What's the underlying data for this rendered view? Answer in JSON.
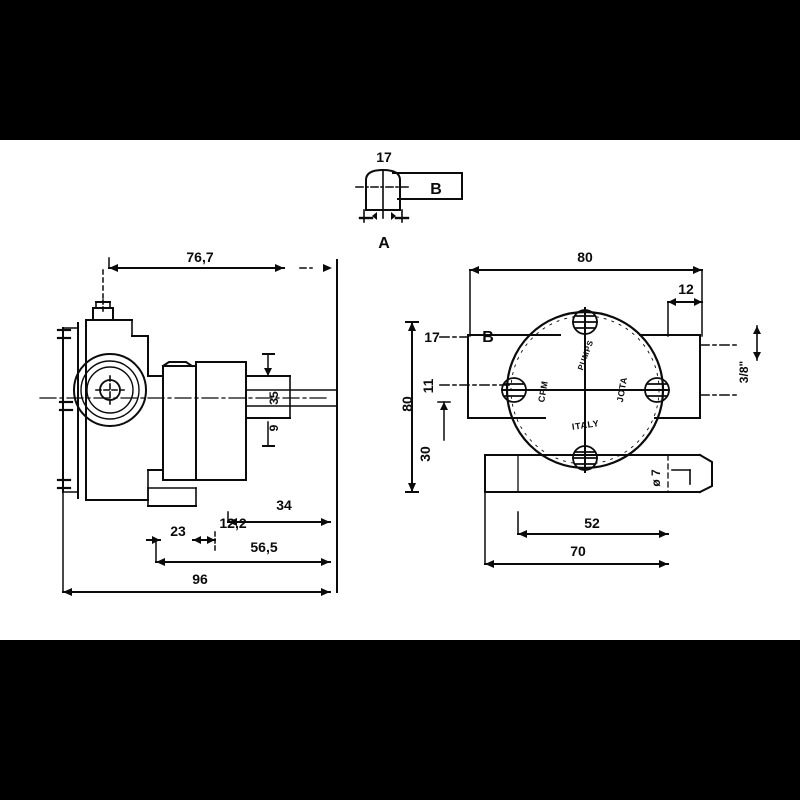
{
  "drawing": {
    "title": "CPM JOTA pump dimensional drawing",
    "background_color": "#ffffff",
    "letterbox_color": "#000000",
    "line_color": "#0b0b0b"
  },
  "detail_view": {
    "top_dimension": "17",
    "section_label_left": "A",
    "section_label_right": "B"
  },
  "side_view": {
    "name": "side-elevation",
    "dimensions": {
      "overall_top": "76,7",
      "shaft_diameter_upper": "35",
      "shaft_diameter_lower": "9",
      "dim_34": "34",
      "dim_23": "23",
      "dim_12_2": "12,2",
      "dim_56_5": "56,5",
      "dim_96": "96"
    }
  },
  "front_view": {
    "name": "front-elevation",
    "dimensions": {
      "width_80": "80",
      "flange_12": "12",
      "port_thread": "3/8\"",
      "height_80": "80",
      "dim_17": "17",
      "dim_11": "11",
      "dim_30": "30",
      "bolt_hole_dia": "ø 7",
      "bolt_spacing_52": "52",
      "base_width_70": "70",
      "section_label_b": "B"
    },
    "body_marking": {
      "left": "CPM",
      "top": "PUMPS",
      "right": "JOTA",
      "bottom": "ITALY"
    }
  }
}
